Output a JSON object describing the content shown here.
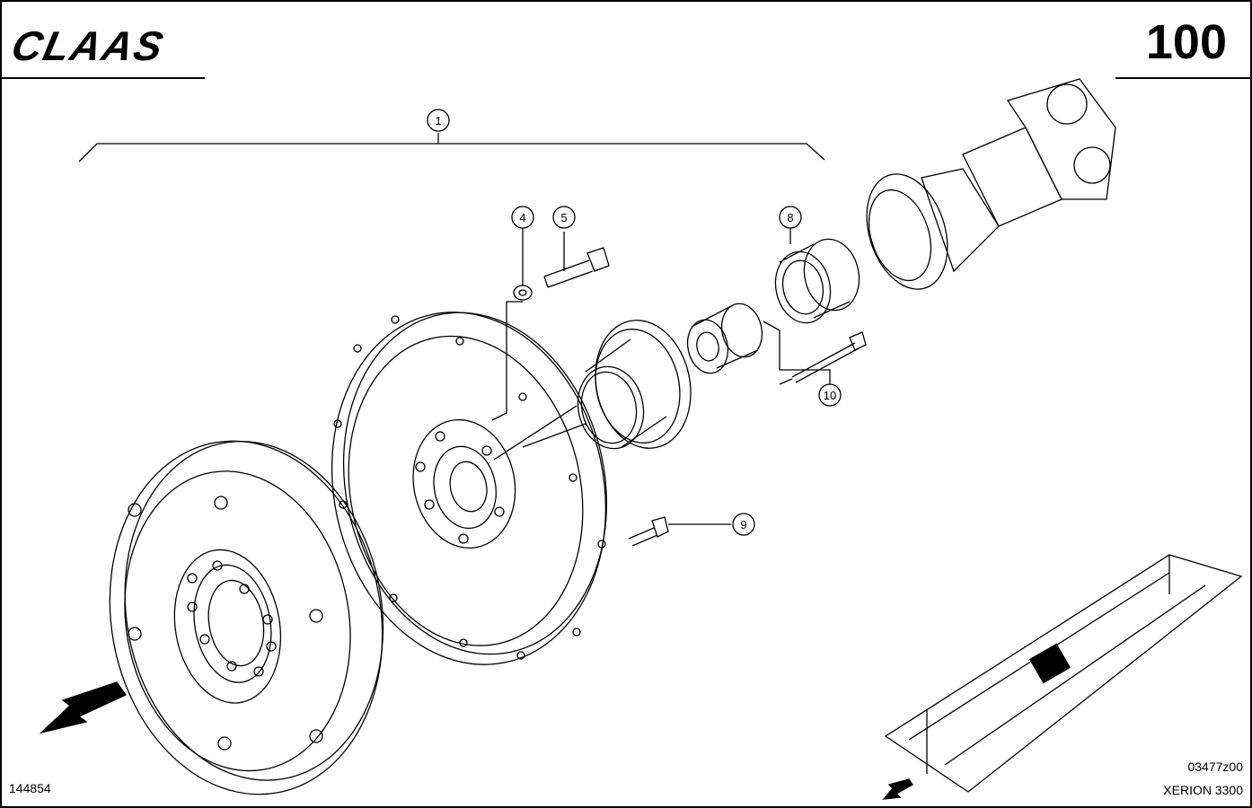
{
  "header": {
    "brand": "CLAAS",
    "page_number": "100"
  },
  "footer": {
    "drawing_id": "144854",
    "ref_code": "03477z00",
    "model": "XERION 3300"
  },
  "callouts": [
    "1",
    "4",
    "5",
    "8",
    "9",
    "10"
  ]
}
